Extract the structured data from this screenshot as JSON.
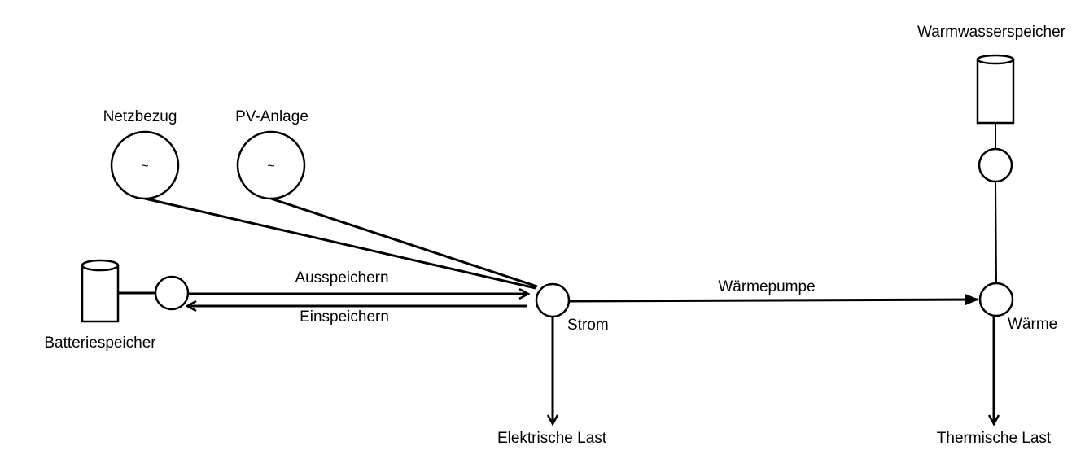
{
  "diagram": {
    "nodes": {
      "netzbezug": {
        "label": "Netzbezug",
        "symbol": "~"
      },
      "pv_anlage": {
        "label": "PV-Anlage",
        "symbol": "~"
      },
      "batteriespeicher": {
        "label": "Batteriespeicher"
      },
      "strom": {
        "label": "Strom"
      },
      "waerme": {
        "label": "Wärme"
      },
      "warmwasserspeicher": {
        "label": "Warmwasserspeicher"
      },
      "elektrische_last": {
        "label": "Elektrische Last"
      },
      "thermische_last": {
        "label": "Thermische Last"
      }
    },
    "edges": {
      "ausspeichern": "Ausspeichern",
      "einspeichern": "Einspeichern",
      "waermepumpe": "Wärmepumpe"
    }
  }
}
